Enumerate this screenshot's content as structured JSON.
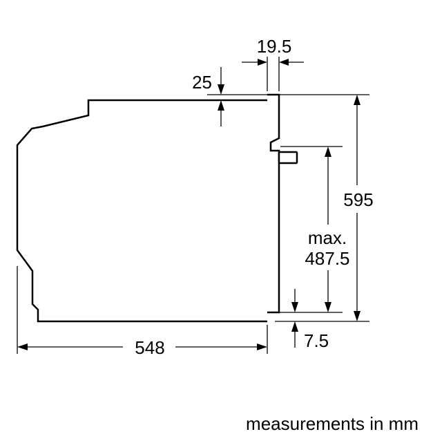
{
  "dimensions": {
    "top_recess": "19.5",
    "top_gap": "25",
    "total_height": "595",
    "max_label": "max.",
    "max_value": "487.5",
    "bottom_gap": "7.5",
    "depth": "548"
  },
  "caption": "measurements in mm"
}
